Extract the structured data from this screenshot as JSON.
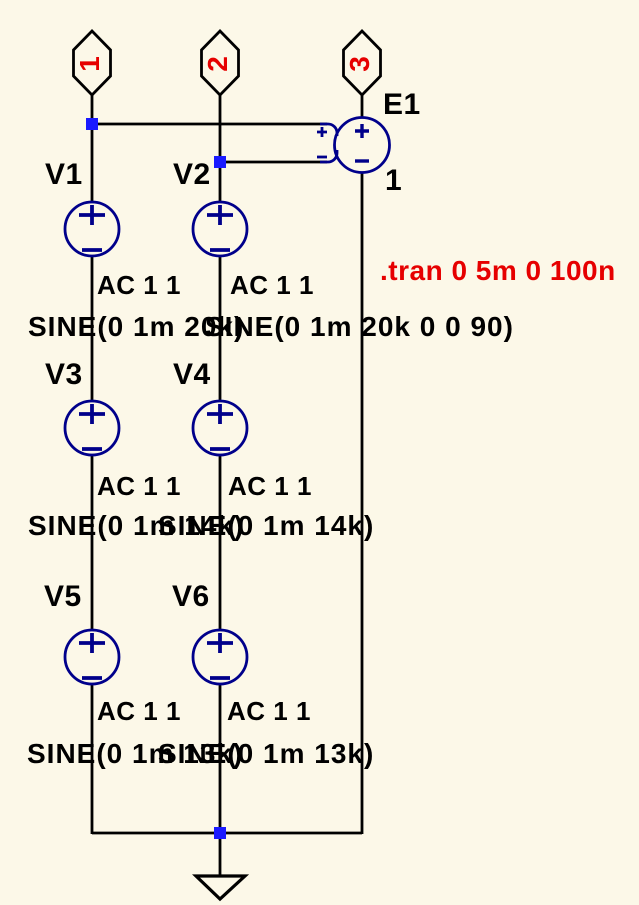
{
  "colors": {
    "background": "#fcf8e8",
    "wire": "#000000",
    "symbol_blue": "#00008b",
    "junction_blue": "#1a1aff",
    "net_red": "#e60000",
    "text_black": "#000000"
  },
  "ports": [
    {
      "label": "1"
    },
    {
      "label": "2"
    },
    {
      "label": "3"
    }
  ],
  "directive": ".tran 0 5m 0 100n",
  "sources": [
    {
      "name": "V1",
      "ac": "AC 1 1",
      "sine": "SINE(0 1m 20k)"
    },
    {
      "name": "V2",
      "ac": "AC 1 1",
      "sine": "SINE(0 1m 20k 0 0 90)"
    },
    {
      "name": "V3",
      "ac": "AC 1 1",
      "sine": "SINE(0 1m 14k)"
    },
    {
      "name": "V4",
      "ac": "AC 1 1",
      "sine": "SINE(0 1m 14k)"
    },
    {
      "name": "V5",
      "ac": "AC 1 1",
      "sine": "SINE(0 1m 13k)"
    },
    {
      "name": "V6",
      "ac": "AC 1 1",
      "sine": "SINE(0 1m 13k)"
    }
  ],
  "dependent_source": {
    "name": "E1",
    "value": "1"
  }
}
